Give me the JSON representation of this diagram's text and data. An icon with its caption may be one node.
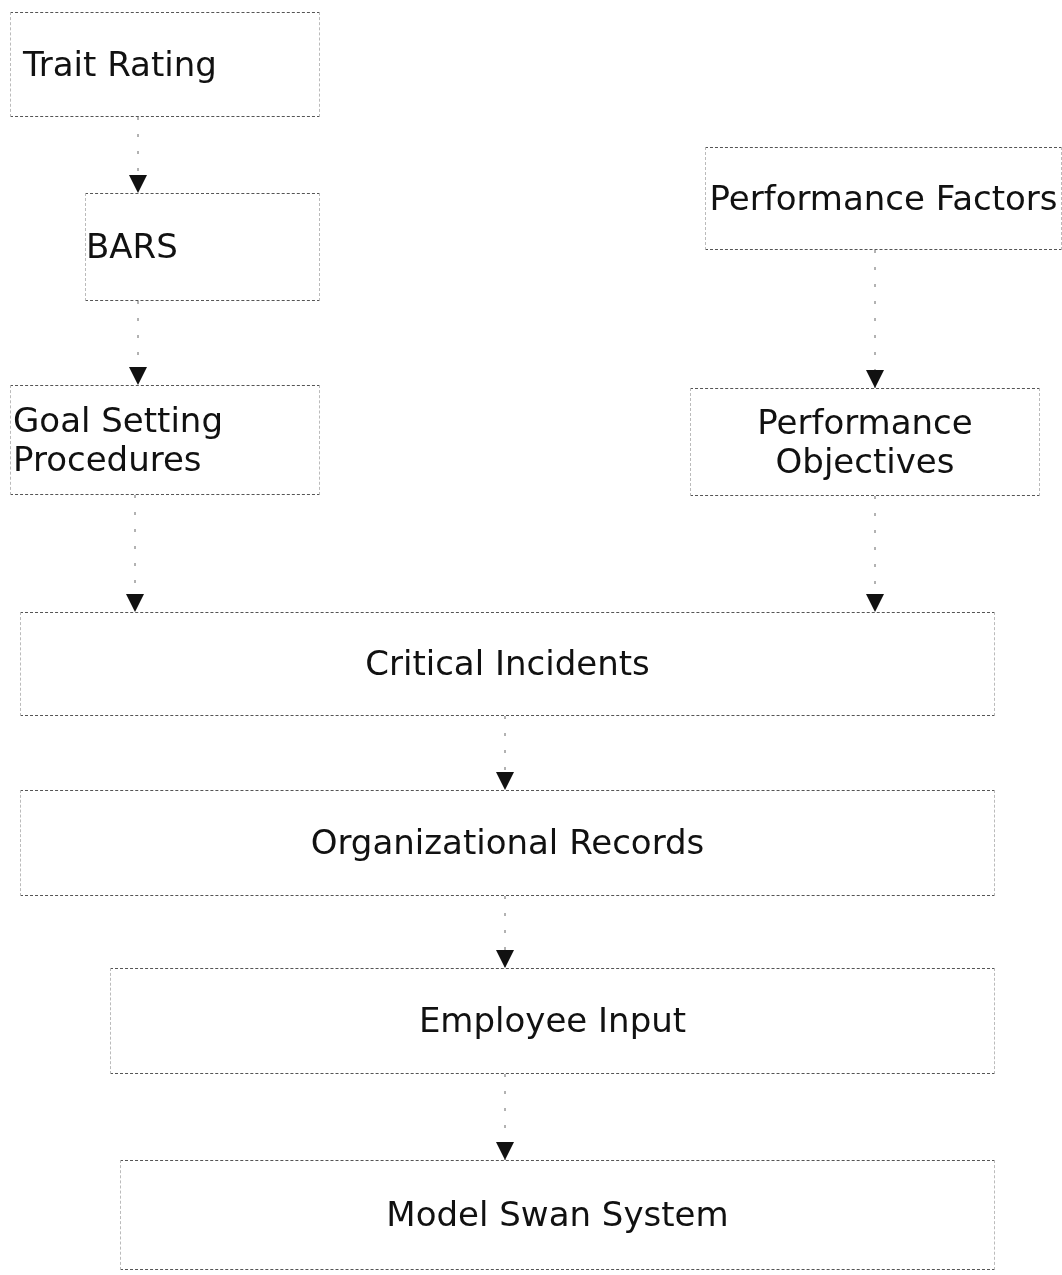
{
  "diagram": {
    "nodes": [
      {
        "text": [
          "Trait Rating"
        ]
      },
      {
        "text": [
          "BARS"
        ]
      },
      {
        "text": [
          "Goal Setting Procedures"
        ]
      },
      {
        "text": [
          "Performance Factors"
        ]
      },
      {
        "text": [
          "Performance Objectives"
        ]
      },
      {
        "text": [
          "Critical Incidents"
        ]
      },
      {
        "text": [
          "Organizational Records"
        ]
      },
      {
        "text": [
          "Employee Input"
        ]
      },
      {
        "text": [
          "Model Swan System"
        ]
      }
    ],
    "edges": [
      {
        "from": 0,
        "to": 1,
        "arrow": "to"
      },
      {
        "from": 1,
        "to": 2,
        "arrow": "to"
      },
      {
        "from": 2,
        "to": 5,
        "arrow": "to"
      },
      {
        "from": 3,
        "to": 4,
        "arrow": "to"
      },
      {
        "from": 4,
        "to": 5,
        "arrow": "to"
      },
      {
        "from": 5,
        "to": 6,
        "arrow": "to"
      },
      {
        "from": 6,
        "to": 7,
        "arrow": "to"
      },
      {
        "from": 7,
        "to": 8,
        "arrow": "to"
      }
    ]
  }
}
